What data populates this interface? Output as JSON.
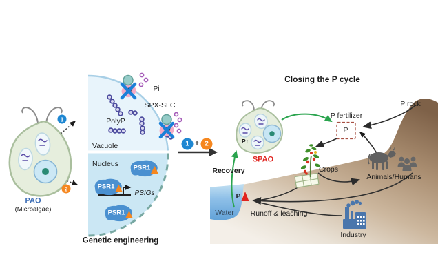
{
  "figure": {
    "left": {
      "pao_label": "PAO",
      "pao_sublabel": "(Microalgae)",
      "step1": "1",
      "step2": "2",
      "vacuole_label": "Vacuole",
      "polyp_label": "PolyP",
      "pi_label": "Pi",
      "spx_slc_label": "SPX-SLC",
      "nucleus_label": "Nucleus",
      "psr1_label": "PSR1",
      "psigs_label": "PSIGs",
      "caption": "Genetic engineering"
    },
    "transition": {
      "step1": "1",
      "plus": "+",
      "step2": "2"
    },
    "right": {
      "title": "Closing the P cycle",
      "recovery_label": "Recovery",
      "spao_label": "SPAO",
      "cell_p_note": "P↑",
      "fertilizer_label": "P fertilizer",
      "fertilizer_symbol": "P",
      "p_rock_label": "P rock",
      "crops_label": "Crops",
      "animals_label": "Animals/Humans",
      "water_label": "Water",
      "water_p_marker": "P",
      "runoff_label": "Runoff & leaching",
      "industry_label": "Industry"
    },
    "icons": [
      "cow-icon",
      "humans-icon",
      "factory-icon",
      "crops-plant-icon",
      "field-icon",
      "fertilizer-bag-icon",
      "transporter-blocked-icon",
      "polyp-beads-icon",
      "pi-dots-icon",
      "red-up-triangle-icon",
      "orange-up-triangle-icon",
      "promoter-arrow-icon",
      "flagella-icon"
    ],
    "colors": {
      "step1_blue": "#1e87d2",
      "step2_orange": "#f6871f",
      "psr1_blue": "#4a90d0",
      "pao_label_blue": "#3a6cb5",
      "spao_label_red": "#e02621",
      "green_arrow": "#2aa44e",
      "vacuole_fill": "#e8f4fb",
      "nucleus_fill": "#cbe7f4",
      "water_blue": "#62a2d8",
      "land_brown": "#7e6148",
      "factory_blue": "#4a76ac",
      "polyp_purple": "#4c4c9e",
      "pi_purple": "#a55cb8",
      "blocked_x_blue": "#1b80d8"
    }
  }
}
